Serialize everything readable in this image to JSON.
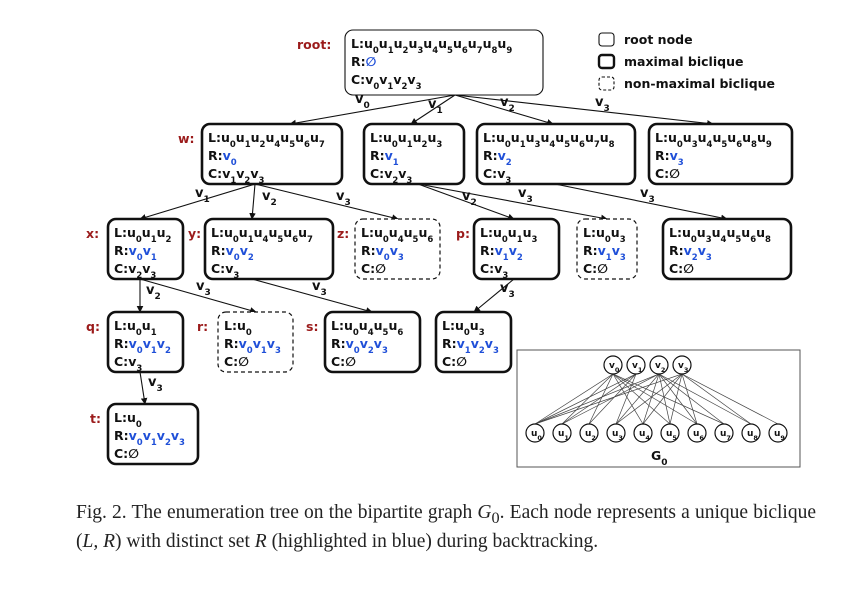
{
  "legend": [
    {
      "label": "root node",
      "style": "root"
    },
    {
      "label": "maximal biclique",
      "style": "maximal"
    },
    {
      "label": "non-maximal biclique",
      "style": "nonmax"
    }
  ],
  "nodes": [
    {
      "id": "root",
      "tag": "root:",
      "L": "u0u1u2u3u4u5u6u7u8u9",
      "R": "∅",
      "C": "v0v1v2v3",
      "style": "root"
    },
    {
      "id": "w",
      "tag": "w:",
      "L": "u0u1u2u4u5u6u7",
      "R": "v0",
      "C": "v1v2v3",
      "style": "maximal"
    },
    {
      "id": "n2",
      "tag": "",
      "L": "u0u1u2u3",
      "R": "v1",
      "C": "v2v3",
      "style": "maximal"
    },
    {
      "id": "n3",
      "tag": "",
      "L": "u0u1u3u4u5u6u7u8",
      "R": "v2",
      "C": "v3",
      "style": "maximal"
    },
    {
      "id": "n4",
      "tag": "",
      "L": "u0u3u4u5u6u8u9",
      "R": "v3",
      "C": "∅",
      "style": "maximal"
    },
    {
      "id": "x",
      "tag": "x:",
      "L": "u0u1u2",
      "R": "v0v1",
      "C": "v2v3",
      "style": "maximal"
    },
    {
      "id": "y",
      "tag": "y:",
      "L": "u0u1u4u5u6u7",
      "R": "v0v2",
      "C": "v3",
      "style": "maximal"
    },
    {
      "id": "z",
      "tag": "z:",
      "L": "u0u4u5u6",
      "R": "v0v3",
      "C": "∅",
      "style": "nonmax"
    },
    {
      "id": "p",
      "tag": "p:",
      "L": "u0u1u3",
      "R": "v1v2",
      "C": "v3",
      "style": "maximal"
    },
    {
      "id": "n9",
      "tag": "",
      "L": "u0u3",
      "R": "v1v3",
      "C": "∅",
      "style": "nonmax"
    },
    {
      "id": "n10",
      "tag": "",
      "L": "u0u3u4u5u6u8",
      "R": "v2v3",
      "C": "∅",
      "style": "maximal"
    },
    {
      "id": "q",
      "tag": "q:",
      "L": "u0u1",
      "R": "v0v1v2",
      "C": "v3",
      "style": "maximal"
    },
    {
      "id": "r",
      "tag": "r:",
      "L": "u0",
      "R": "v0v1v3",
      "C": "∅",
      "style": "nonmax"
    },
    {
      "id": "s",
      "tag": "s:",
      "L": "u0u4u5u6",
      "R": "v0v2v3",
      "C": "∅",
      "style": "maximal"
    },
    {
      "id": "n14",
      "tag": "",
      "L": "u0u3",
      "R": "v1v2v3",
      "C": "∅",
      "style": "maximal"
    },
    {
      "id": "t",
      "tag": "t:",
      "L": "u0",
      "R": "v0v1v2v3",
      "C": "∅",
      "style": "maximal"
    }
  ],
  "edges": [
    {
      "from": "root",
      "to": "w",
      "label": "v0"
    },
    {
      "from": "root",
      "to": "n2",
      "label": "v1"
    },
    {
      "from": "root",
      "to": "n3",
      "label": "v2"
    },
    {
      "from": "root",
      "to": "n4",
      "label": "v3"
    },
    {
      "from": "w",
      "to": "x",
      "label": "v1"
    },
    {
      "from": "w",
      "to": "y",
      "label": "v2"
    },
    {
      "from": "w",
      "to": "z",
      "label": "v3"
    },
    {
      "from": "n2",
      "to": "p",
      "label": "v2"
    },
    {
      "from": "n2",
      "to": "n9",
      "label": "v3"
    },
    {
      "from": "n3",
      "to": "n10",
      "label": "v3"
    },
    {
      "from": "x",
      "to": "q",
      "label": "v2"
    },
    {
      "from": "x",
      "to": "r",
      "label": "v3"
    },
    {
      "from": "y",
      "to": "s",
      "label": "v3"
    },
    {
      "from": "p",
      "to": "n14",
      "label": "v3"
    },
    {
      "from": "q",
      "to": "t",
      "label": "v3"
    }
  ],
  "graph": {
    "name": "G0",
    "top": [
      "v0",
      "v1",
      "v2",
      "v3"
    ],
    "bottom": [
      "u0",
      "u1",
      "u2",
      "u3",
      "u4",
      "u5",
      "u6",
      "u7",
      "u8",
      "u9"
    ],
    "adjacency": {
      "v0": [
        "u0",
        "u1",
        "u2",
        "u4",
        "u5",
        "u6",
        "u7"
      ],
      "v1": [
        "u0",
        "u1",
        "u2",
        "u3"
      ],
      "v2": [
        "u0",
        "u1",
        "u3",
        "u4",
        "u5",
        "u6",
        "u7",
        "u8"
      ],
      "v3": [
        "u0",
        "u3",
        "u4",
        "u5",
        "u6",
        "u8",
        "u9"
      ]
    }
  },
  "caption": {
    "prefix": "Fig. 2.",
    "part1": "The enumeration tree on the bipartite graph ",
    "graph_symbol": "G",
    "graph_sub": "0",
    "part2": ". Each node represents a unique biclique (",
    "math_LR": "L, R",
    "part3": ") with distinct set ",
    "math_R": "R",
    "part4": " (highlighted in blue) during backtracking."
  }
}
